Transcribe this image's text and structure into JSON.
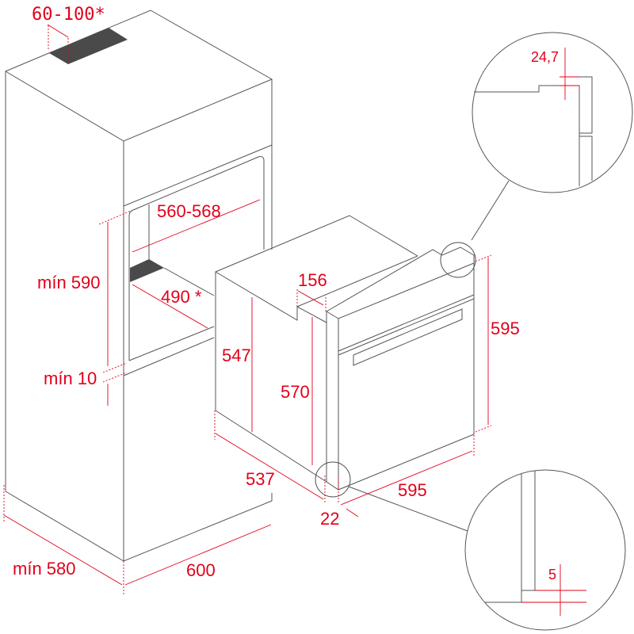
{
  "colors": {
    "dimension": "#e2001a",
    "outline": "#555555",
    "vent": "#4a4a4a"
  },
  "dimensions": {
    "vent_gap": "60-100*",
    "niche_width": "560-568",
    "niche_height": "mín 590",
    "niche_depth_vent": "490 *",
    "min_bottom": "mín 10",
    "cabinet_depth": "mín 580",
    "cabinet_width": "600",
    "oven_body_height": "547",
    "oven_step": "156",
    "oven_front_height": "570",
    "oven_depth": "537",
    "oven_height": "595",
    "oven_width": "595",
    "front_thickness": "22",
    "detail_top": "24,7",
    "detail_bottom": "5"
  }
}
